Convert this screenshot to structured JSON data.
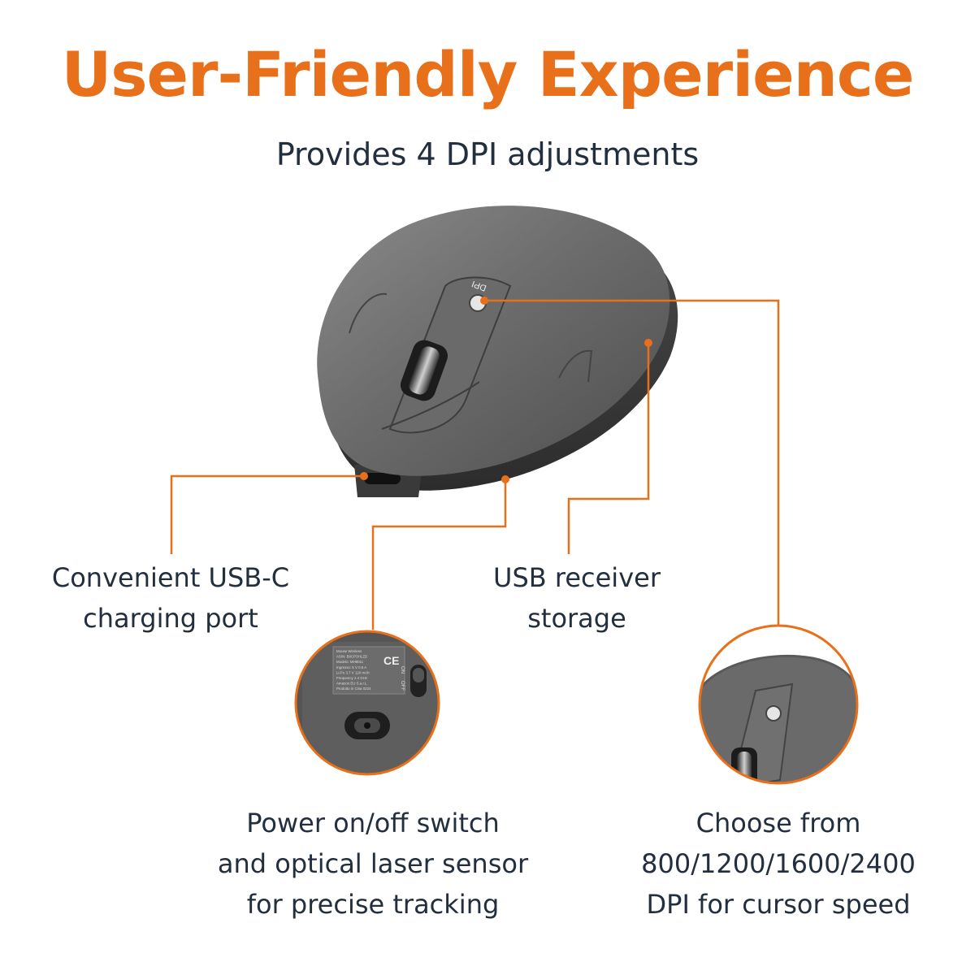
{
  "header": {
    "title": "User-Friendly Experience",
    "subtitle": "Provides 4 DPI adjustments"
  },
  "mouse": {
    "dpi_button_text": "DPI"
  },
  "callouts": {
    "usb_c": {
      "line1": "Convenient USB-C",
      "line2": "charging port"
    },
    "receiver": {
      "line1": "USB receiver",
      "line2": "storage"
    },
    "power": {
      "line1": "Power on/off switch",
      "line2": "and optical laser sensor",
      "line3": "for precise tracking"
    },
    "dpi": {
      "line1": "Choose from",
      "line2": "800/1200/1600/2400",
      "line3": "DPI for cursor speed"
    }
  },
  "bottom_inset": {
    "label_lines": [
      "Mouse Wireless",
      "ASIN: B0CP3HLZD",
      "Modelo: MH8011",
      "Ingresso: 5 V 0.5 A",
      "Li-Po 3.7 V 120 mAh",
      "Frequency 2.4 GHz",
      "Amazon.EU S.a.r.L.",
      "Prodotto in Cina 0224"
    ],
    "ce_mark": "CE",
    "switch_labels": [
      "ON",
      "OFF"
    ]
  },
  "colors": {
    "accent": "#e8701a",
    "text": "#232f3e",
    "mouse_body": "#6d6d6d"
  }
}
